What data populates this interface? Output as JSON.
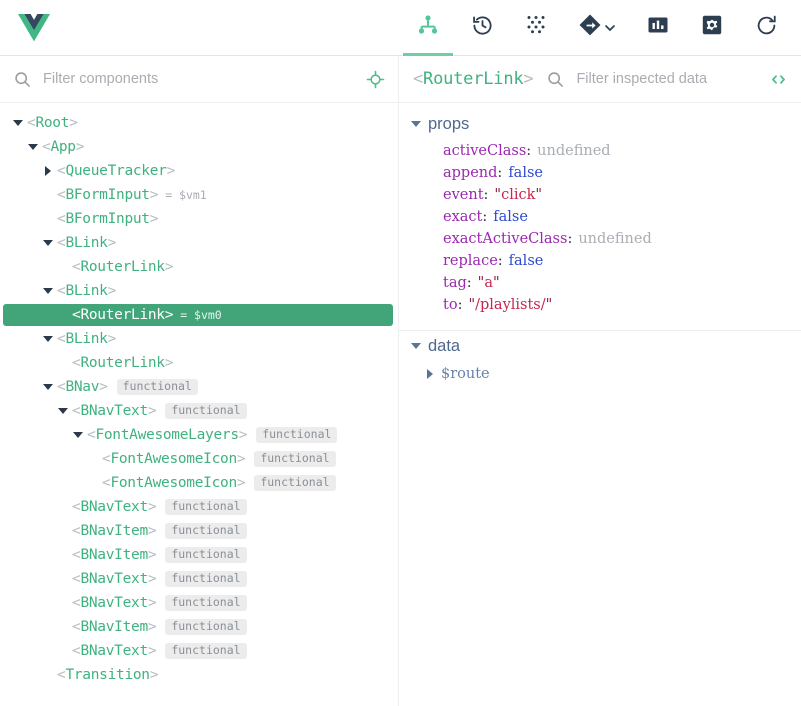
{
  "app": {
    "logo_name": "vue-logo"
  },
  "toolbar": {
    "tabs": [
      {
        "id": "components",
        "label": "Components",
        "icon": "components-tree-icon",
        "active": true
      },
      {
        "id": "timeline",
        "label": "Timeline",
        "icon": "history-clock-icon",
        "active": false
      },
      {
        "id": "vuex",
        "label": "Vuex",
        "icon": "vuex-dots-icon",
        "active": false
      },
      {
        "id": "routing",
        "label": "Routing",
        "icon": "router-diamond-icon",
        "active": false,
        "has_chevron": true
      },
      {
        "id": "performance",
        "label": "Performance",
        "icon": "bar-chart-icon",
        "active": false
      },
      {
        "id": "settings",
        "label": "Settings",
        "icon": "gear-icon",
        "active": false
      },
      {
        "id": "refresh",
        "label": "Refresh",
        "icon": "refresh-icon",
        "active": false
      }
    ],
    "accent_green": "#42b883",
    "active_underline": "#6ccfa3"
  },
  "components_pane": {
    "filter": {
      "placeholder": "Filter components",
      "value": "",
      "search_icon": "search-icon",
      "select_icon": "target-crosshair-icon"
    },
    "tree": [
      {
        "depth": 0,
        "name": "Root",
        "arrow": "open",
        "vm": "",
        "badge": "",
        "selected": false
      },
      {
        "depth": 1,
        "name": "App",
        "arrow": "open",
        "vm": "",
        "badge": "",
        "selected": false
      },
      {
        "depth": 2,
        "name": "QueueTracker",
        "arrow": "closed",
        "vm": "",
        "badge": "",
        "selected": false
      },
      {
        "depth": 2,
        "name": "BFormInput",
        "arrow": "none",
        "vm": "$vm1",
        "badge": "",
        "selected": false
      },
      {
        "depth": 2,
        "name": "BFormInput",
        "arrow": "none",
        "vm": "",
        "badge": "",
        "selected": false
      },
      {
        "depth": 2,
        "name": "BLink",
        "arrow": "open",
        "vm": "",
        "badge": "",
        "selected": false
      },
      {
        "depth": 3,
        "name": "RouterLink",
        "arrow": "none",
        "vm": "",
        "badge": "",
        "selected": false
      },
      {
        "depth": 2,
        "name": "BLink",
        "arrow": "open",
        "vm": "",
        "badge": "",
        "selected": false
      },
      {
        "depth": 3,
        "name": "RouterLink",
        "arrow": "none",
        "vm": "$vm0",
        "badge": "",
        "selected": true
      },
      {
        "depth": 2,
        "name": "BLink",
        "arrow": "open",
        "vm": "",
        "badge": "",
        "selected": false
      },
      {
        "depth": 3,
        "name": "RouterLink",
        "arrow": "none",
        "vm": "",
        "badge": "",
        "selected": false
      },
      {
        "depth": 2,
        "name": "BNav",
        "arrow": "open",
        "vm": "",
        "badge": "functional",
        "selected": false
      },
      {
        "depth": 3,
        "name": "BNavText",
        "arrow": "open",
        "vm": "",
        "badge": "functional",
        "selected": false
      },
      {
        "depth": 4,
        "name": "FontAwesomeLayers",
        "arrow": "open",
        "vm": "",
        "badge": "functional",
        "selected": false
      },
      {
        "depth": 5,
        "name": "FontAwesomeIcon",
        "arrow": "none",
        "vm": "",
        "badge": "functional",
        "selected": false
      },
      {
        "depth": 5,
        "name": "FontAwesomeIcon",
        "arrow": "none",
        "vm": "",
        "badge": "functional",
        "selected": false
      },
      {
        "depth": 3,
        "name": "BNavText",
        "arrow": "none",
        "vm": "",
        "badge": "functional",
        "selected": false
      },
      {
        "depth": 3,
        "name": "BNavItem",
        "arrow": "none",
        "vm": "",
        "badge": "functional",
        "selected": false
      },
      {
        "depth": 3,
        "name": "BNavItem",
        "arrow": "none",
        "vm": "",
        "badge": "functional",
        "selected": false
      },
      {
        "depth": 3,
        "name": "BNavText",
        "arrow": "none",
        "vm": "",
        "badge": "functional",
        "selected": false
      },
      {
        "depth": 3,
        "name": "BNavText",
        "arrow": "none",
        "vm": "",
        "badge": "functional",
        "selected": false
      },
      {
        "depth": 3,
        "name": "BNavItem",
        "arrow": "none",
        "vm": "",
        "badge": "functional",
        "selected": false
      },
      {
        "depth": 3,
        "name": "BNavText",
        "arrow": "none",
        "vm": "",
        "badge": "functional",
        "selected": false
      },
      {
        "depth": 2,
        "name": "Transition",
        "arrow": "none",
        "vm": "",
        "badge": "",
        "selected": false
      }
    ],
    "selected_row_bg": "#42a579"
  },
  "inspector_pane": {
    "header": {
      "component_open": "<",
      "component_name": "RouterLink",
      "component_close": ">",
      "filter_placeholder": "Filter inspected data",
      "filter_value": "",
      "search_icon": "search-icon",
      "code_icon": "code-brackets-icon"
    },
    "sections": [
      {
        "id": "props",
        "title": "props",
        "expanded": true,
        "rows": [
          {
            "key": "activeClass",
            "value": "undefined",
            "type": "undefined"
          },
          {
            "key": "append",
            "value": "false",
            "type": "boolean"
          },
          {
            "key": "event",
            "value": "click",
            "type": "string"
          },
          {
            "key": "exact",
            "value": "false",
            "type": "boolean"
          },
          {
            "key": "exactActiveClass",
            "value": "undefined",
            "type": "undefined"
          },
          {
            "key": "replace",
            "value": "false",
            "type": "boolean"
          },
          {
            "key": "tag",
            "value": "a",
            "type": "string"
          },
          {
            "key": "to",
            "value": "/playlists/",
            "type": "string"
          }
        ]
      },
      {
        "id": "data",
        "title": "data",
        "expanded": true,
        "children": [
          {
            "name": "$route",
            "expanded": false
          }
        ]
      }
    ],
    "colors": {
      "key": "#9c27b0",
      "boolean": "#2d4ad0",
      "string": "#c7254e",
      "undefined": "#a9aeb4",
      "section_title": "#50688f"
    }
  }
}
